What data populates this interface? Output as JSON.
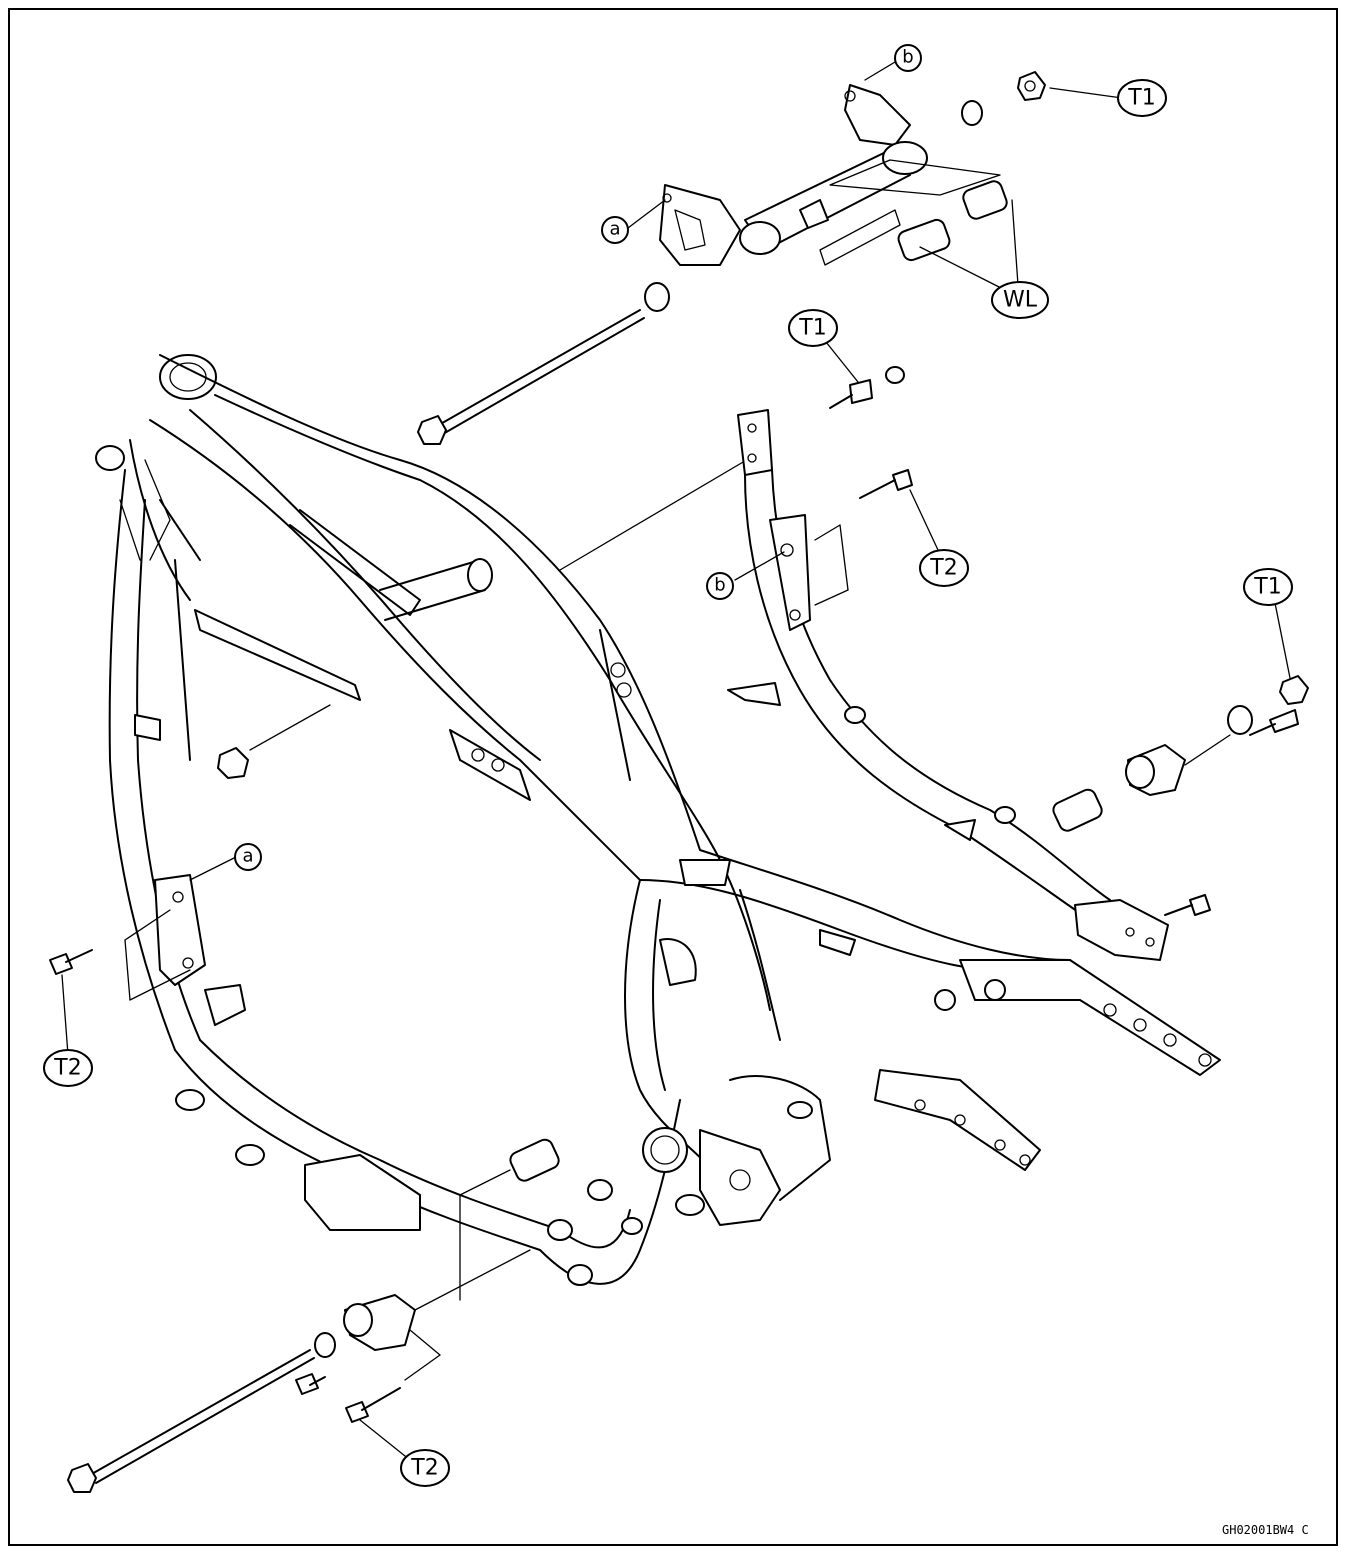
{
  "labels": {
    "t1": "T1",
    "t2": "T2",
    "wl": "WL",
    "a": "a",
    "b": "b"
  },
  "figure_code": "GH02001BW4 C"
}
